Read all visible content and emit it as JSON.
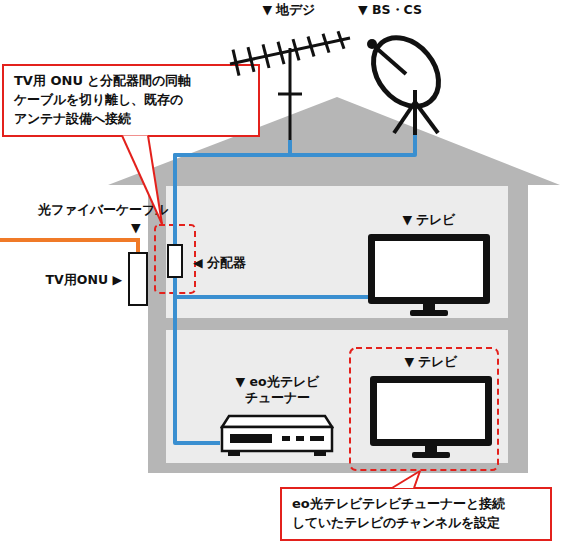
{
  "diagram": {
    "nodes": [
      {
        "text": [
          "TV用 ONU と分配器間の同軸 ケーブルを切り離し、既存の アンテナ設備へ接続"
        ]
      },
      {
        "text": [
          "▼ 地デジ"
        ]
      },
      {
        "text": [
          "▼ BS・CS"
        ]
      },
      {
        "text": [
          "TV用ONU ▶"
        ]
      },
      {
        "text": [
          "◀ 分配器"
        ]
      },
      {
        "text": [
          "▼ テレビ"
        ]
      },
      {
        "text": [
          "▼ eo光テレビ チューナー"
        ]
      },
      {
        "text": [
          "▼ テレビ"
        ]
      },
      {
        "text": [
          "eo光テレビテレビチューナーと接続 していたテレビのチャンネルを設定"
        ]
      }
    ],
    "edges": [
      {
        "from": 1,
        "to": 4,
        "arrow": "none"
      },
      {
        "from": 2,
        "to": 4,
        "arrow": "none"
      },
      {
        "from": 4,
        "to": 5,
        "arrow": "none"
      },
      {
        "from": 4,
        "to": 6,
        "arrow": "none"
      }
    ],
    "labels": [
      "光ファイバーケーブル",
      "▼"
    ]
  }
}
